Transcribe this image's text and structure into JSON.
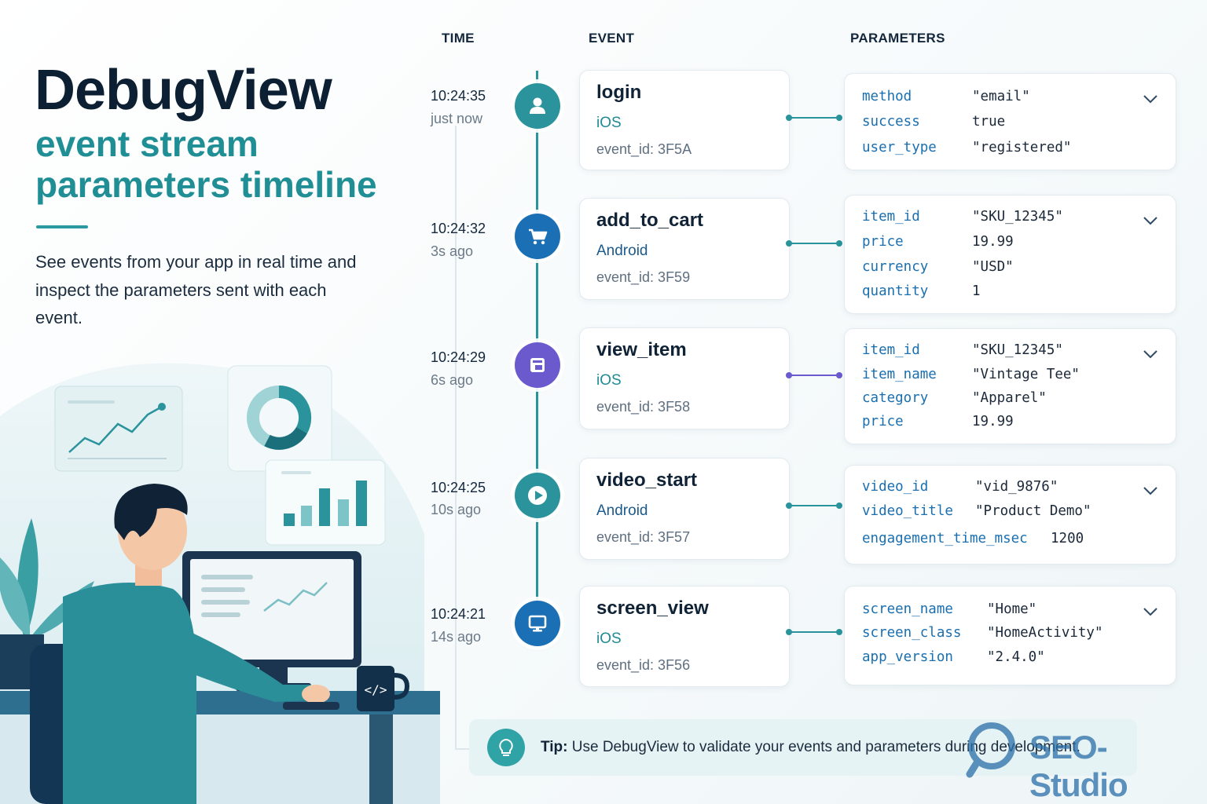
{
  "header": {
    "title": "DebugView",
    "subtitle_line1": "event stream",
    "subtitle_line2": "parameters timeline",
    "description": "See events from your app in real time and inspect the parameters sent with each event."
  },
  "columns": {
    "time": "TIME",
    "event": "EVENT",
    "parameters": "PARAMETERS"
  },
  "colors": {
    "teal": "#2a939c",
    "blue": "#1a6fb0",
    "purple": "#6a5acd",
    "navy": "#0c1f33"
  },
  "events": [
    {
      "time": "10:24:35",
      "ago": "just now",
      "icon": "user-icon",
      "node_color": "#2a939c",
      "name": "login",
      "platform": "iOS",
      "event_id": "event_id: 3F5A",
      "params": [
        {
          "key": "method",
          "value": "\"email\""
        },
        {
          "key": "success",
          "value": "true"
        },
        {
          "key": "user_type",
          "value": "\"registered\""
        }
      ]
    },
    {
      "time": "10:24:32",
      "ago": "3s ago",
      "icon": "cart-icon",
      "node_color": "#1b6fb5",
      "name": "add_to_cart",
      "platform": "Android",
      "event_id": "event_id: 3F59",
      "params": [
        {
          "key": "item_id",
          "value": "\"SKU_12345\""
        },
        {
          "key": "price",
          "value": "19.99"
        },
        {
          "key": "currency",
          "value": "\"USD\""
        },
        {
          "key": "quantity",
          "value": "1"
        }
      ]
    },
    {
      "time": "10:24:29",
      "ago": "6s ago",
      "icon": "item-card-icon",
      "node_color": "#6a5acd",
      "name": "view_item",
      "platform": "iOS",
      "event_id": "event_id: 3F58",
      "params": [
        {
          "key": "item_id",
          "value": "\"SKU_12345\""
        },
        {
          "key": "item_name",
          "value": "\"Vintage Tee\""
        },
        {
          "key": "category",
          "value": "\"Apparel\""
        },
        {
          "key": "price",
          "value": "19.99"
        }
      ]
    },
    {
      "time": "10:24:25",
      "ago": "10s ago",
      "icon": "play-icon",
      "node_color": "#2a939c",
      "name": "video_start",
      "platform": "Android",
      "event_id": "event_id: 3F57",
      "params": [
        {
          "key": "video_id",
          "value": "\"vid_9876\""
        },
        {
          "key": "video_title",
          "value": "\"Product Demo\""
        },
        {
          "key": "engagement_time_msec",
          "value": "1200"
        }
      ]
    },
    {
      "time": "10:24:21",
      "ago": "14s ago",
      "icon": "monitor-icon",
      "node_color": "#1b6fb5",
      "name": "screen_view",
      "platform": "iOS",
      "event_id": "event_id: 3F56",
      "params": [
        {
          "key": "screen_name",
          "value": "\"Home\""
        },
        {
          "key": "screen_class",
          "value": "\"HomeActivity\""
        },
        {
          "key": "app_version",
          "value": "\"2.4.0\""
        }
      ]
    }
  ],
  "tip": {
    "label": "Tip:",
    "text": " Use DebugView to validate your events and parameters during development."
  },
  "watermark": {
    "text": "SEO-Studio"
  }
}
